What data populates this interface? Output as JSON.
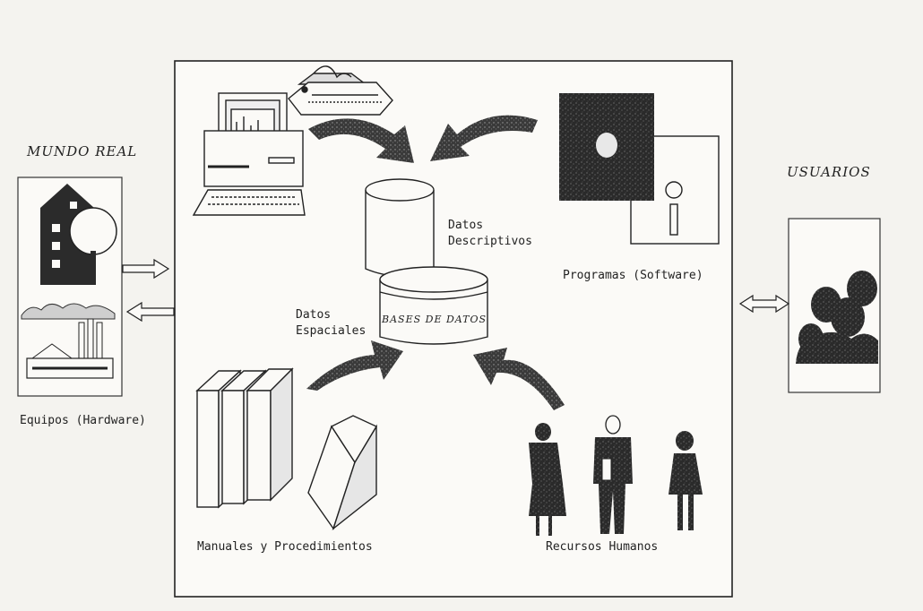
{
  "left_panel": {
    "title": "MUNDO REAL",
    "caption": "Equipos (Hardware)"
  },
  "right_panel": {
    "title": "USUARIOS"
  },
  "center": {
    "db_label": "BASES DE DATOS",
    "descriptive_label_line1": "Datos",
    "descriptive_label_line2": "Descriptivos",
    "spatial_label_line1": "Datos",
    "spatial_label_line2": "Espaciales",
    "software_caption": "Programas (Software)",
    "manuals_caption": "Manuales y Procedimientos",
    "people_caption": "Recursos  Humanos"
  }
}
